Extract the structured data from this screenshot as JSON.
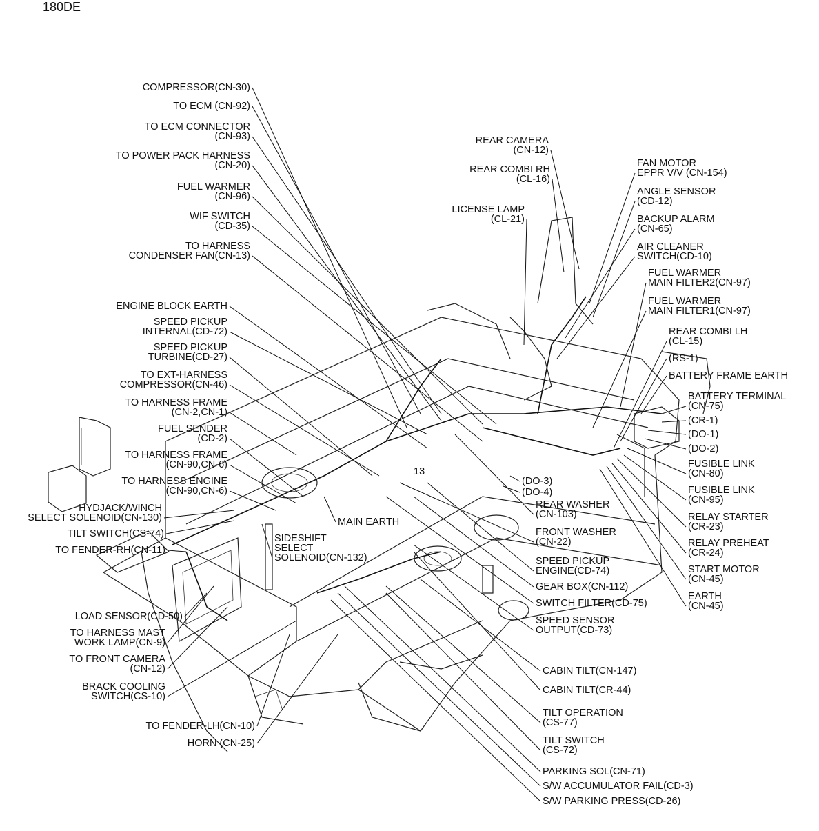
{
  "diagram": {
    "title": "180DE",
    "center_mark": "13",
    "labels_left": [
      [
        "COMPRESSOR(CN-30)"
      ],
      [
        "TO ECM (CN-92)"
      ],
      [
        "TO ECM CONNECTOR",
        "(CN-93)"
      ],
      [
        "TO POWER PACK HARNESS",
        "(CN-20)"
      ],
      [
        "FUEL WARMER",
        "(CN-96)"
      ],
      [
        "WIF SWITCH",
        "(CD-35)"
      ],
      [
        "TO HARNESS",
        "CONDENSER FAN(CN-13)"
      ],
      [
        "ENGINE BLOCK EARTH"
      ],
      [
        "SPEED PICKUP",
        "INTERNAL(CD-72)"
      ],
      [
        "SPEED PICKUP",
        "TURBINE(CD-27)"
      ],
      [
        "TO EXT-HARNESS",
        "COMPRESSOR(CN-46)"
      ],
      [
        "TO HARNESS FRAME",
        "(CN-2,CN-1)"
      ],
      [
        "FUEL SENDER",
        "(CD-2)"
      ],
      [
        "TO HARNESS FRAME",
        "(CN-90,CN-6)"
      ],
      [
        "TO HARNESS ENGINE",
        "(CN-90,CN-6)"
      ],
      [
        "HYDJACK/WINCH",
        "SELECT SOLENOID(CN-130)"
      ],
      [
        "TILT SWITCH(CS-74)"
      ],
      [
        "TO FENDER-RH(CN-11)"
      ],
      [
        "LOAD SENSOR(CD-50)"
      ],
      [
        "TO HARNESS MAST",
        "WORK LAMP(CN-9)"
      ],
      [
        "TO FRONT CAMERA",
        "(CN-12)"
      ],
      [
        "BRACK COOLING",
        "SWITCH(CS-10)"
      ],
      [
        "TO FENDER-LH(CN-10)"
      ],
      [
        "HORN (CN-25)"
      ]
    ],
    "labels_top": [
      [
        "REAR CAMERA",
        "(CN-12)"
      ],
      [
        "REAR COMBI RH",
        "(CL-16)"
      ],
      [
        "LICENSE LAMP",
        "(CL-21)"
      ]
    ],
    "labels_right": [
      [
        "FAN MOTOR",
        "EPPR V/V (CN-154)"
      ],
      [
        "ANGLE SENSOR",
        "(CD-12)"
      ],
      [
        "BACKUP ALARM",
        "(CN-65)"
      ],
      [
        "AIR CLEANER",
        "SWITCH(CD-10)"
      ],
      [
        "FUEL WARMER",
        "MAIN FILTER2(CN-97)"
      ],
      [
        "FUEL WARMER",
        "MAIN FILTER1(CN-97)"
      ],
      [
        "REAR COMBI LH",
        "(CL-15)"
      ],
      [
        "(RS-1)"
      ],
      [
        "BATTERY FRAME EARTH"
      ],
      [
        "BATTERY TERMINAL",
        "(CN-75)"
      ],
      [
        "(CR-1)"
      ],
      [
        "(DO-1)"
      ],
      [
        "(DO-2)"
      ],
      [
        "FUSIBLE LINK",
        "(CN-80)"
      ],
      [
        "FUSIBLE LINK",
        "(CN-95)"
      ],
      [
        "RELAY STARTER",
        "(CR-23)"
      ],
      [
        "RELAY PREHEAT",
        "(CR-24)"
      ],
      [
        "START MOTOR",
        "(CN-45)"
      ],
      [
        "EARTH",
        "(CN-45)"
      ]
    ],
    "labels_center": [
      [
        "(DO-3)"
      ],
      [
        "(DO-4)"
      ],
      [
        "MAIN EARTH"
      ],
      [
        "SIDESHIFT",
        "SELECT",
        "SOLENOID(CN-132)"
      ],
      [
        "REAR WASHER",
        "(CN-103)"
      ],
      [
        "FRONT WASHER",
        "(CN-22)"
      ],
      [
        "SPEED PICKUP",
        "ENGINE(CD-74)"
      ],
      [
        "GEAR BOX(CN-112)"
      ],
      [
        "SWITCH FILTER(CD-75)"
      ],
      [
        "SPEED SENSOR",
        "OUTPUT(CD-73)"
      ]
    ],
    "labels_bottom": [
      [
        "CABIN TILT(CN-147)"
      ],
      [
        "CABIN TILT(CR-44)"
      ],
      [
        "TILT OPERATION",
        "(CS-77)"
      ],
      [
        "TILT SWITCH",
        "(CS-72)"
      ],
      [
        "PARKING SOL(CN-71)"
      ],
      [
        "S/W ACCUMULATOR FAIL(CD-3)"
      ],
      [
        "S/W PARKING PRESS(CD-26)"
      ]
    ]
  }
}
